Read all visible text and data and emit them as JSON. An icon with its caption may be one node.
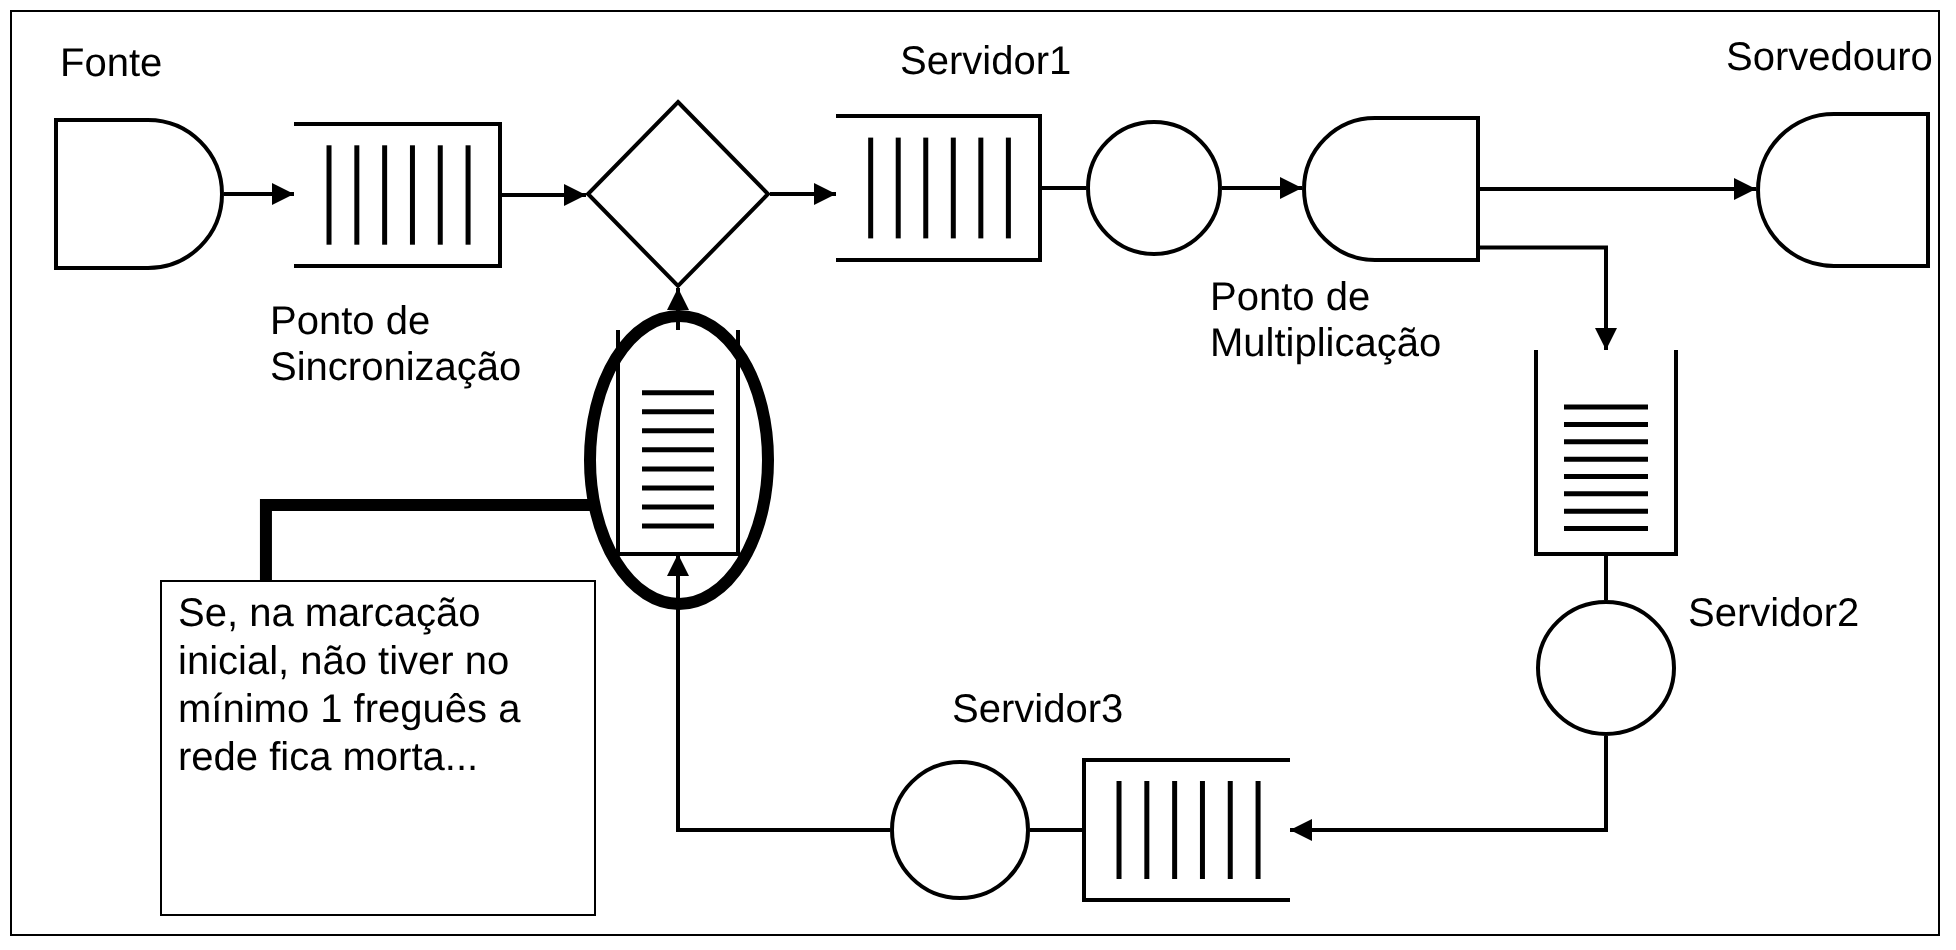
{
  "diagram": {
    "nodes": [
      {
        "text": [
          "Fonte"
        ]
      },
      {
        "text": [],
        "shape": "queue"
      },
      {
        "text": [
          "Ponto de Sincronização"
        ]
      },
      {
        "text": [],
        "shape": "queue"
      },
      {
        "text": [
          "Servidor1"
        ]
      },
      {
        "text": [
          "Ponto de Multiplicação"
        ]
      },
      {
        "text": [
          "Sorvedouro"
        ]
      },
      {
        "text": [],
        "shape": "queue"
      },
      {
        "text": [
          "Servidor2"
        ]
      },
      {
        "text": [],
        "shape": "queue"
      },
      {
        "text": [
          "Servidor3"
        ]
      },
      {
        "text": [],
        "shape": "ellipse"
      },
      {
        "text": [],
        "shape": "queue",
        "in": 11
      },
      {
        "text": [
          "Se, na marcação inicial, não tiver no mínimo 1 freguês a rede fica morta..."
        ]
      }
    ],
    "edges": [
      {
        "from": 0,
        "to": 1,
        "arrow": "to"
      },
      {
        "from": 1,
        "to": 2,
        "arrow": "to"
      },
      {
        "from": 2,
        "to": 3,
        "arrow": "to"
      },
      {
        "from": 3,
        "to": 4,
        "arrow": "none"
      },
      {
        "from": 4,
        "to": 5,
        "arrow": "to"
      },
      {
        "from": 5,
        "to": 6,
        "arrow": "to"
      },
      {
        "from": 5,
        "to": 7,
        "arrow": "to"
      },
      {
        "from": 7,
        "to": 8,
        "arrow": "none"
      },
      {
        "from": 8,
        "to": 9,
        "arrow": "to"
      },
      {
        "from": 9,
        "to": 10,
        "arrow": "none"
      },
      {
        "from": 10,
        "to": 12,
        "arrow": "to"
      },
      {
        "from": 12,
        "to": 2,
        "arrow": "to"
      },
      {
        "from": 13,
        "to": 11,
        "arrow": "none",
        "style": "thick"
      }
    ]
  }
}
